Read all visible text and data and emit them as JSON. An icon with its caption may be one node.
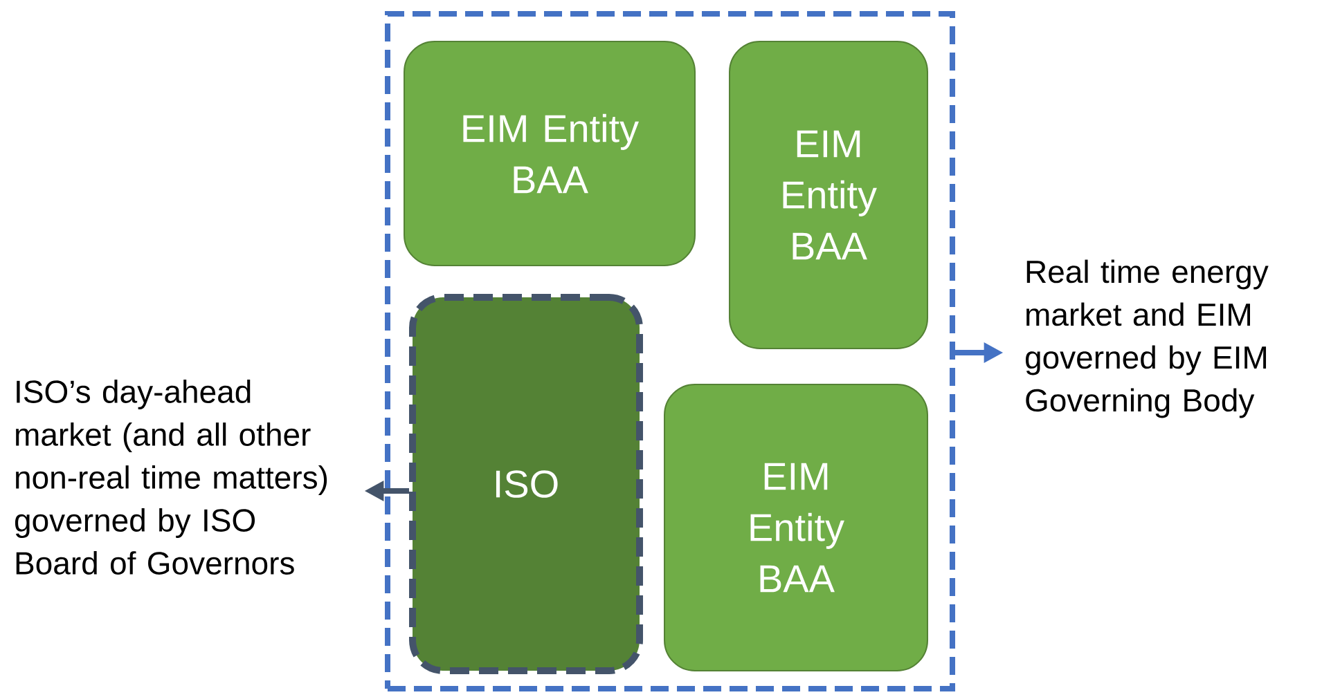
{
  "diagram": {
    "nodes": [
      {
        "text": [],
        "shape": "box"
      },
      {
        "text": [
          "EIM Entity BAA"
        ],
        "in": 0
      },
      {
        "text": [
          "EIM Entity BAA"
        ],
        "in": 0
      },
      {
        "text": [
          "ISO"
        ],
        "in": 0
      },
      {
        "text": [
          "EIM Entity BAA"
        ],
        "in": 0
      },
      {
        "text": [
          "ISO’s day-ahead market (and all other non-real time matters) governed by ISO Board of Governors"
        ]
      },
      {
        "text": [
          "Real time energy market and EIM governed by EIM Governing Body"
        ]
      }
    ],
    "edges": [
      {
        "from": 3,
        "to": 5,
        "arrow": "to",
        "color": "#44546a"
      },
      {
        "from": 0,
        "to": 6,
        "arrow": "to",
        "color": "#4472c4"
      }
    ]
  }
}
